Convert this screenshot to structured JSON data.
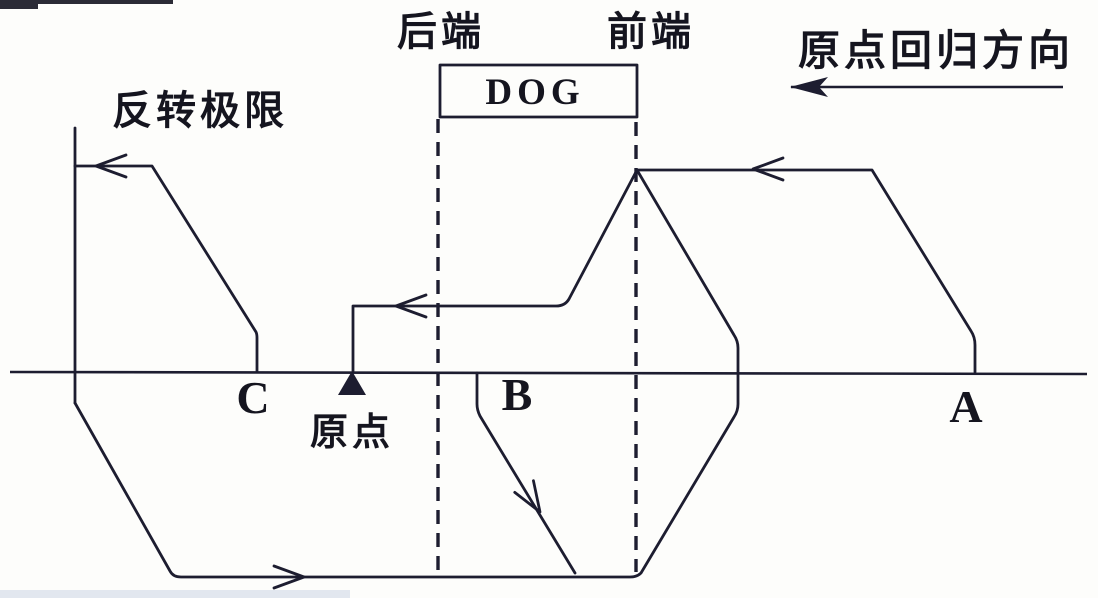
{
  "diagram": {
    "type": "dog-type origin return (homing) velocity profile",
    "colors": {
      "line": "#1d1d30",
      "text": "#15151f",
      "background": "#fdfdfb"
    },
    "labels": {
      "reverse_limit": "反转极限",
      "dog_rear_end": "后端",
      "dog_front_end": "前端",
      "dog_block": "DOG",
      "homing_direction": "原点回归方向",
      "origin": "原点",
      "point_a": "A",
      "point_b": "B",
      "point_c": "C"
    },
    "markers": {
      "origin_marker": "filled-up-triangle",
      "homing_direction_arrow": "left",
      "rapid_feed_arrow": "left",
      "creep_feed_arrow": "left",
      "reverse_limit_arrow": "left",
      "retry_feed_arrow": "right",
      "dog_escape_arrow": "down-right"
    }
  }
}
